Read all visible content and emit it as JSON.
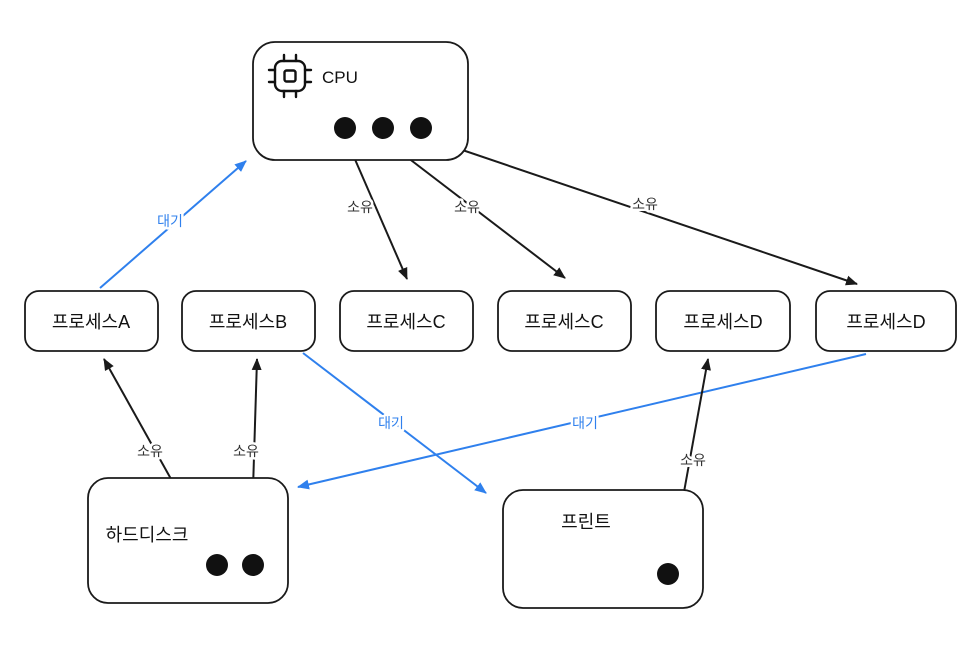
{
  "diagram": {
    "nodes": {
      "cpu": {
        "label": "CPU",
        "resource_dots": 3
      },
      "process_a": {
        "label": "프로세스A"
      },
      "process_b": {
        "label": "프로세스B"
      },
      "process_c1": {
        "label": "프로세스C"
      },
      "process_c2": {
        "label": "프로세스C"
      },
      "process_d1": {
        "label": "프로세스D"
      },
      "process_d2": {
        "label": "프로세스D"
      },
      "harddisk": {
        "label": "하드디스크",
        "resource_dots": 2
      },
      "printer": {
        "label": "프린트",
        "resource_dots": 1
      }
    },
    "edges": [
      {
        "from": "process_a",
        "to": "cpu",
        "label": "대기",
        "type": "wait"
      },
      {
        "from": "cpu",
        "to": "process_c1",
        "label": "소유",
        "type": "own"
      },
      {
        "from": "cpu",
        "to": "process_c2",
        "label": "소유",
        "type": "own"
      },
      {
        "from": "cpu",
        "to": "process_d2",
        "label": "소유",
        "type": "own"
      },
      {
        "from": "harddisk",
        "to": "process_a",
        "label": "소유",
        "type": "own"
      },
      {
        "from": "harddisk",
        "to": "process_b",
        "label": "소유",
        "type": "own"
      },
      {
        "from": "process_b",
        "to": "printer",
        "label": "대기",
        "type": "wait"
      },
      {
        "from": "process_d2",
        "to": "harddisk",
        "label": "대기",
        "type": "wait"
      },
      {
        "from": "printer",
        "to": "process_d1",
        "label": "소유",
        "type": "own"
      }
    ],
    "colors": {
      "own": "#1a1a1a",
      "wait": "#2f80ed",
      "background": "#ffffff"
    }
  }
}
